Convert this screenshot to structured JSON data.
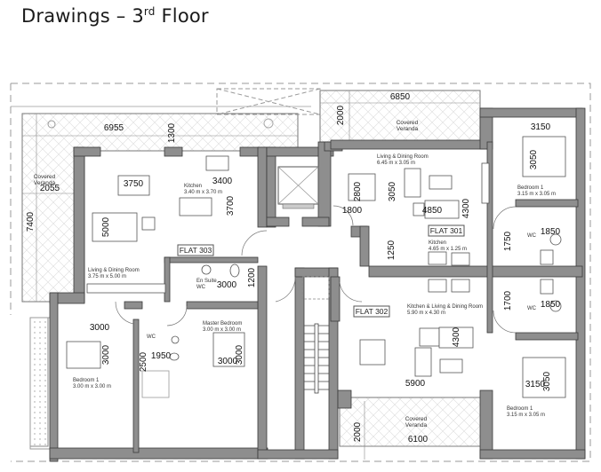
{
  "title": {
    "main": "Drawings – 3",
    "sup": "rd",
    "tail": " Floor"
  },
  "flats": {
    "f301": "FLAT 301",
    "f302": "FLAT 302",
    "f303": "FLAT 303"
  },
  "rooms": {
    "verandaLeft": {
      "name": "Covered",
      "name2": "Veranda"
    },
    "verandaTop": {
      "name": "Covered",
      "name2": "Veranda"
    },
    "verandaBottom": {
      "name": "Covered",
      "name2": "Veranda"
    },
    "kitchen303": {
      "name": "Kitchen",
      "size": "3.40 m x 3.70 m"
    },
    "living303": {
      "name": "Living & Dining Room",
      "size": "3.75 m x 5.00 m"
    },
    "ensuite303": {
      "name": "En Suite",
      "name2": "WC"
    },
    "master303": {
      "name": "Master Bedroom",
      "size": "3.00 m x 3.00 m"
    },
    "bedroom303": {
      "name": "Bedroom 1",
      "size": "3.00 m x 3.00 m"
    },
    "wc303": {
      "name": "WC"
    },
    "living301": {
      "name": "Living & Dining Room",
      "size": "6.45 m x 3.05 m"
    },
    "kitchen301": {
      "name": "Kitchen",
      "size": "4.65 m x 1.25 m"
    },
    "bedroom301": {
      "name": "Bedroom 1",
      "size": "3.15 m x 3.05 m"
    },
    "wc301": {
      "name": "WC"
    },
    "kld302": {
      "name": "Kitchen & Living & Dining Room",
      "size": "5.90 m x 4.30 m"
    },
    "bedroom302": {
      "name": "Bedroom 1",
      "size": "3.15 m x 3.05 m"
    },
    "wc302": {
      "name": "WC"
    }
  },
  "dimensions": {
    "d6955": "6955",
    "d1300": "1300",
    "d2055": "2055",
    "d7400": "7400",
    "d3750": "3750",
    "d5000": "5000",
    "d3400": "3400",
    "d3700": "3700",
    "d3000ens": "3000",
    "d1200": "1200",
    "d3000bed": "3000",
    "d3000bedv": "3000",
    "d2500": "2500",
    "d1950": "1950",
    "d3000m": "3000",
    "d3000mv": "3000",
    "d6850": "6850",
    "d2000top": "2000",
    "d2800": "2800",
    "d3050liv": "3050",
    "d1800": "1800",
    "d4850": "4850",
    "d4300a": "4300",
    "d1250": "1250",
    "d3150a": "3150",
    "d3050a": "3050",
    "d1750": "1750",
    "d1850a": "1850",
    "d1700": "1700",
    "d1850b": "1850",
    "d4300b": "4300",
    "d5900": "5900",
    "d3150b": "3150",
    "d3050b": "3050",
    "d2000bot": "2000",
    "d6100": "6100"
  },
  "colors": {
    "wall": "#8c8c8c",
    "wallEdge": "#3a3a3a",
    "hatch": "#d6d6d6",
    "line": "#555555"
  }
}
